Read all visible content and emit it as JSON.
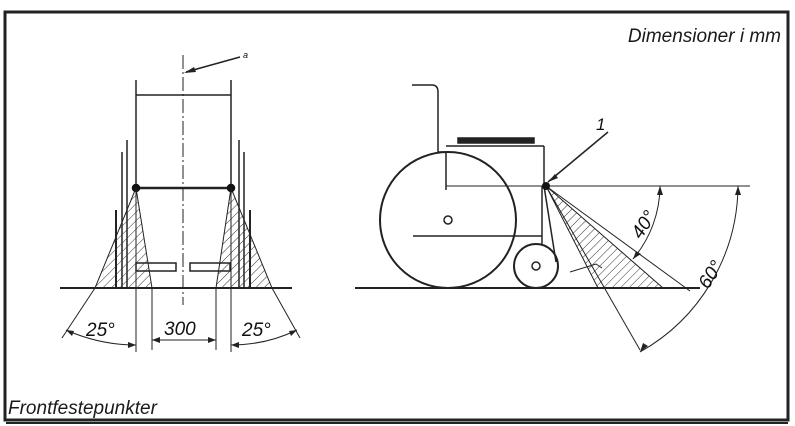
{
  "units_note": "Dimensioner i mm",
  "caption": "Frontfestepunkter",
  "front_view": {
    "reference_letter": "a",
    "left_angle": "25°",
    "center_width": "300",
    "right_angle": "25°"
  },
  "side_view": {
    "callout_number": "1",
    "angle_min": "40°",
    "angle_max": "60°"
  }
}
